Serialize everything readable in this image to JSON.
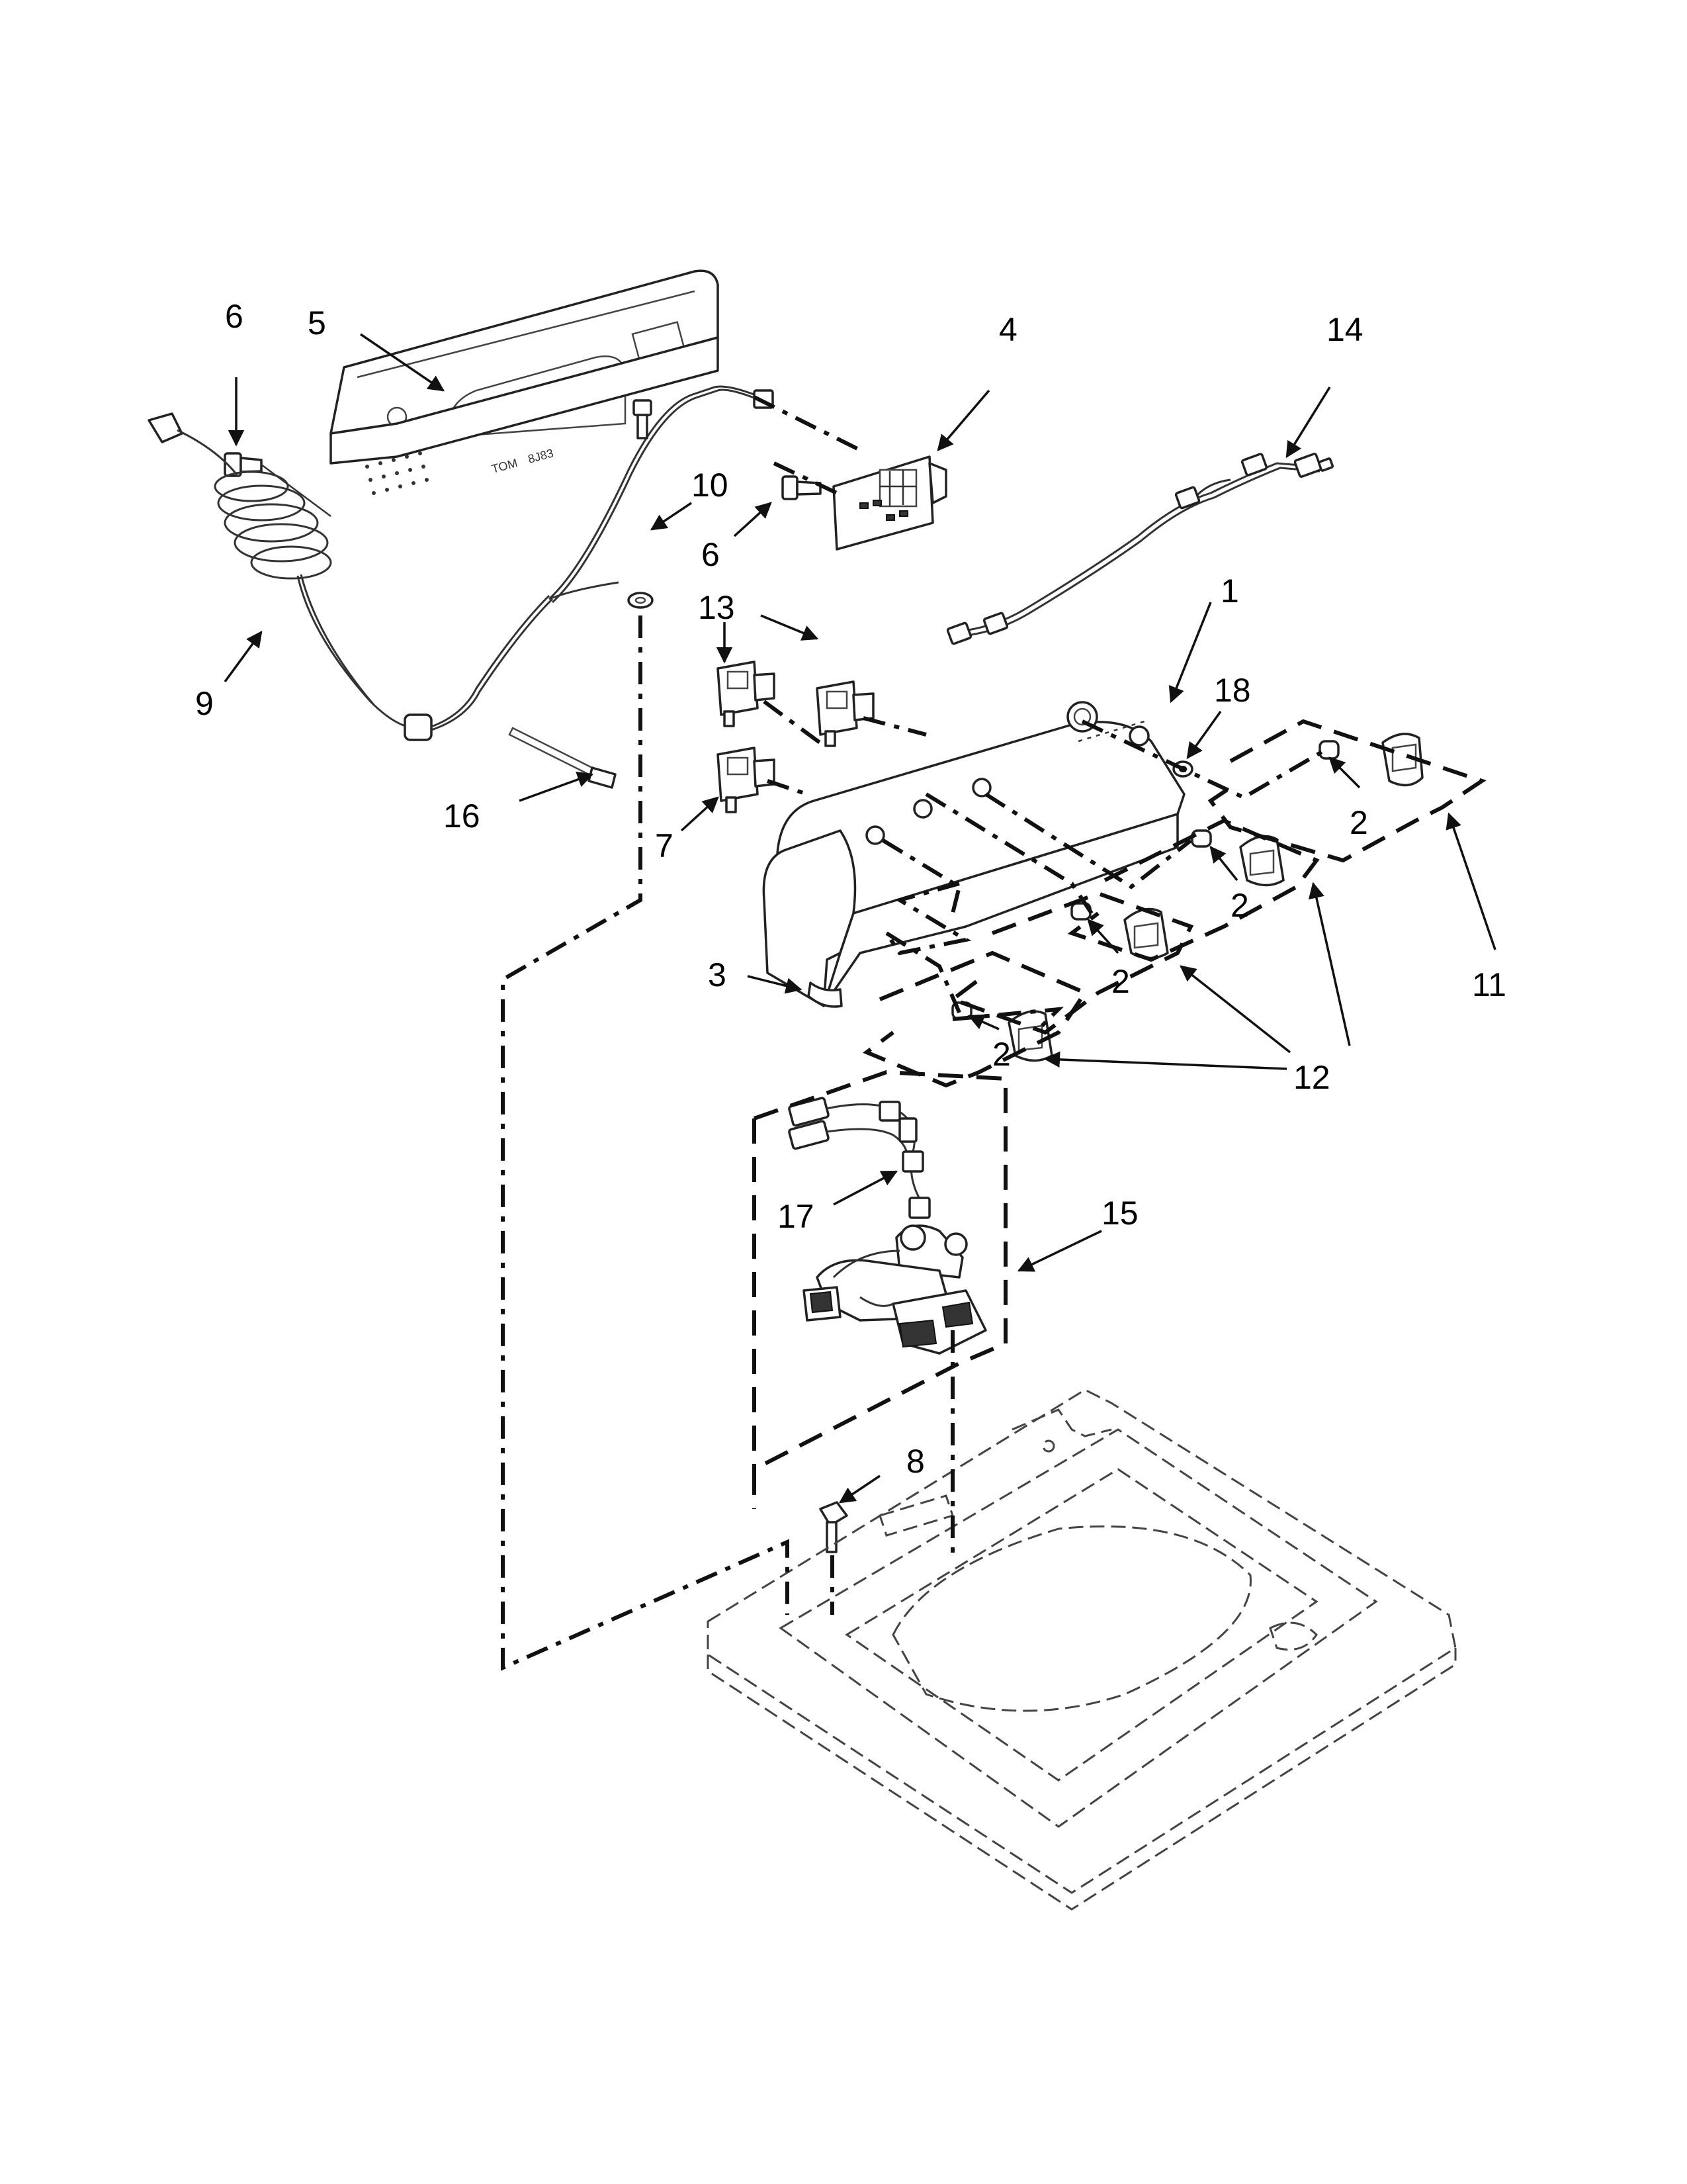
{
  "labels": {
    "l1": "1",
    "l2a": "2",
    "l2b": "2",
    "l2c": "2",
    "l2d": "2",
    "l3": "3",
    "l4": "4",
    "l5": "5",
    "l6a": "6",
    "l6b": "6",
    "l7": "7",
    "l8": "8",
    "l9": "9",
    "l10": "10",
    "l11": "11",
    "l12": "12",
    "l13": "13",
    "l14": "14",
    "l15": "15",
    "l16": "16",
    "l17": "17",
    "l18": "18"
  },
  "panel_text": {
    "left": "TOM",
    "right": "8J83"
  }
}
